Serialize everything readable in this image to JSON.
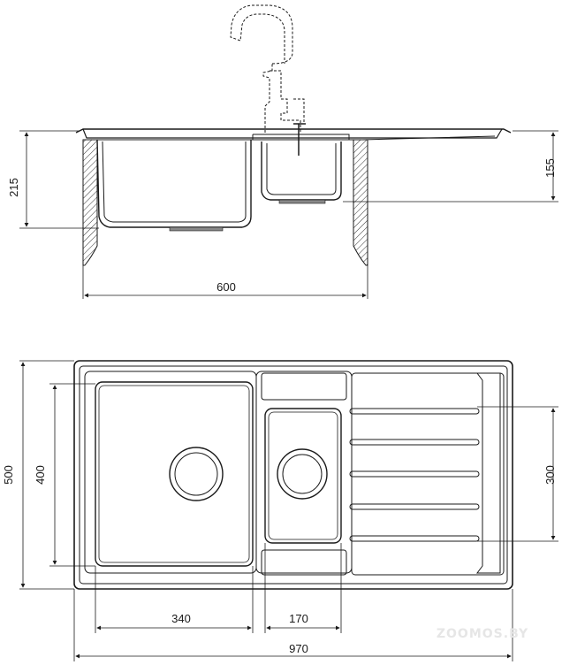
{
  "side_view": {
    "dim_depth_main": "215",
    "dim_depth_small": "155",
    "dim_cabinet_width": "600"
  },
  "top_view": {
    "dim_total_depth": "500",
    "dim_bowl_depth": "400",
    "dim_small_bowl_depth": "300",
    "dim_main_bowl_width": "340",
    "dim_small_bowl_width": "170",
    "dim_total_width": "970"
  },
  "watermark": "ZOOMOS.BY"
}
